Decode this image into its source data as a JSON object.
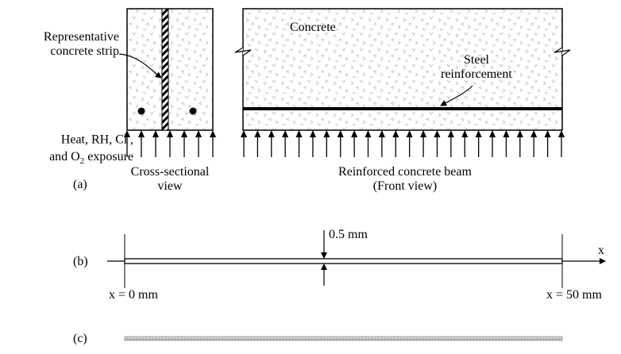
{
  "panel_a": {
    "tag": "(a)",
    "strip_label": [
      "Representative",
      "concrete strip"
    ],
    "exposure": {
      "line1": "Heat, RH, Cl",
      "line1_sup": "-",
      "line1_tail": ",",
      "line2_pre": "and O",
      "line2_sub": "2",
      "line2_post": " exposure"
    },
    "cross_section_caption": [
      "Cross-sectional",
      "view"
    ],
    "concrete_label": "Concrete",
    "steel_label": [
      "Steel",
      "reinforcement"
    ],
    "beam_caption": [
      "Reinforced concrete beam",
      "(Front view)"
    ]
  },
  "panel_b": {
    "tag": "(b)",
    "thickness": "0.5 mm",
    "x_start": "x = 0 mm",
    "x_end": "x = 50 mm",
    "axis": "x"
  },
  "panel_c": {
    "tag": "(c)"
  },
  "colors": {
    "line": "#000000",
    "concrete_texture": "#b9b9b9",
    "mesh": "#9a9a9a"
  }
}
